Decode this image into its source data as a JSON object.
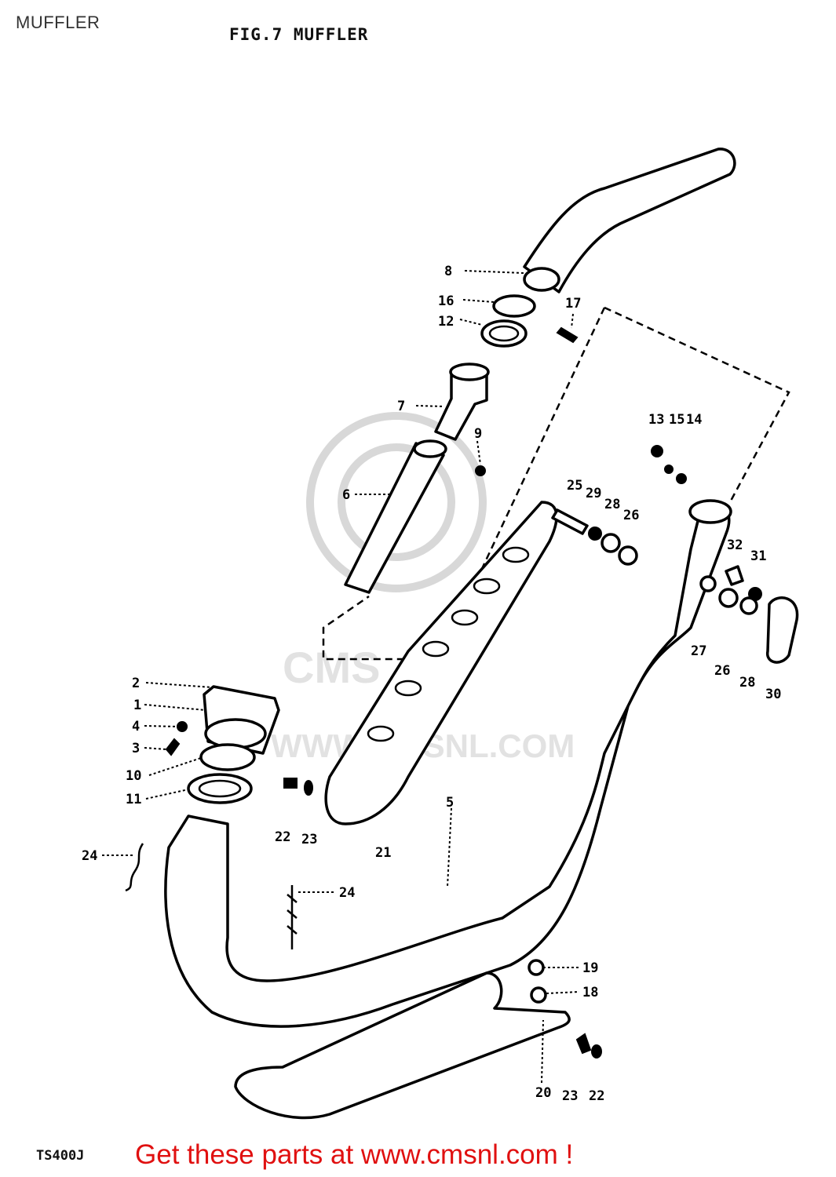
{
  "page_label": "MUFFLER",
  "figure_title": "FIG.7  MUFFLER",
  "model_code": "TS400J",
  "promo_text": "Get these parts at www.cmsnl.com !",
  "watermark": {
    "logo_text": "CMS",
    "url_text": "WWW.CMSNL.COM"
  },
  "colors": {
    "promo": "#e01010",
    "line_art": "#000000",
    "watermark": "#d8d8d8"
  },
  "callouts": [
    {
      "number": "1"
    },
    {
      "number": "2"
    },
    {
      "number": "3"
    },
    {
      "number": "4"
    },
    {
      "number": "5"
    },
    {
      "number": "6"
    },
    {
      "number": "7"
    },
    {
      "number": "8"
    },
    {
      "number": "9"
    },
    {
      "number": "10"
    },
    {
      "number": "11"
    },
    {
      "number": "12"
    },
    {
      "number": "13"
    },
    {
      "number": "14"
    },
    {
      "number": "15"
    },
    {
      "number": "16"
    },
    {
      "number": "17"
    },
    {
      "number": "18"
    },
    {
      "number": "19"
    },
    {
      "number": "20"
    },
    {
      "number": "21"
    },
    {
      "number": "22"
    },
    {
      "number": "22"
    },
    {
      "number": "23"
    },
    {
      "number": "23"
    },
    {
      "number": "24"
    },
    {
      "number": "24"
    },
    {
      "number": "25"
    },
    {
      "number": "26"
    },
    {
      "number": "26"
    },
    {
      "number": "27"
    },
    {
      "number": "28"
    },
    {
      "number": "28"
    },
    {
      "number": "29"
    },
    {
      "number": "30"
    },
    {
      "number": "31"
    },
    {
      "number": "32"
    }
  ]
}
